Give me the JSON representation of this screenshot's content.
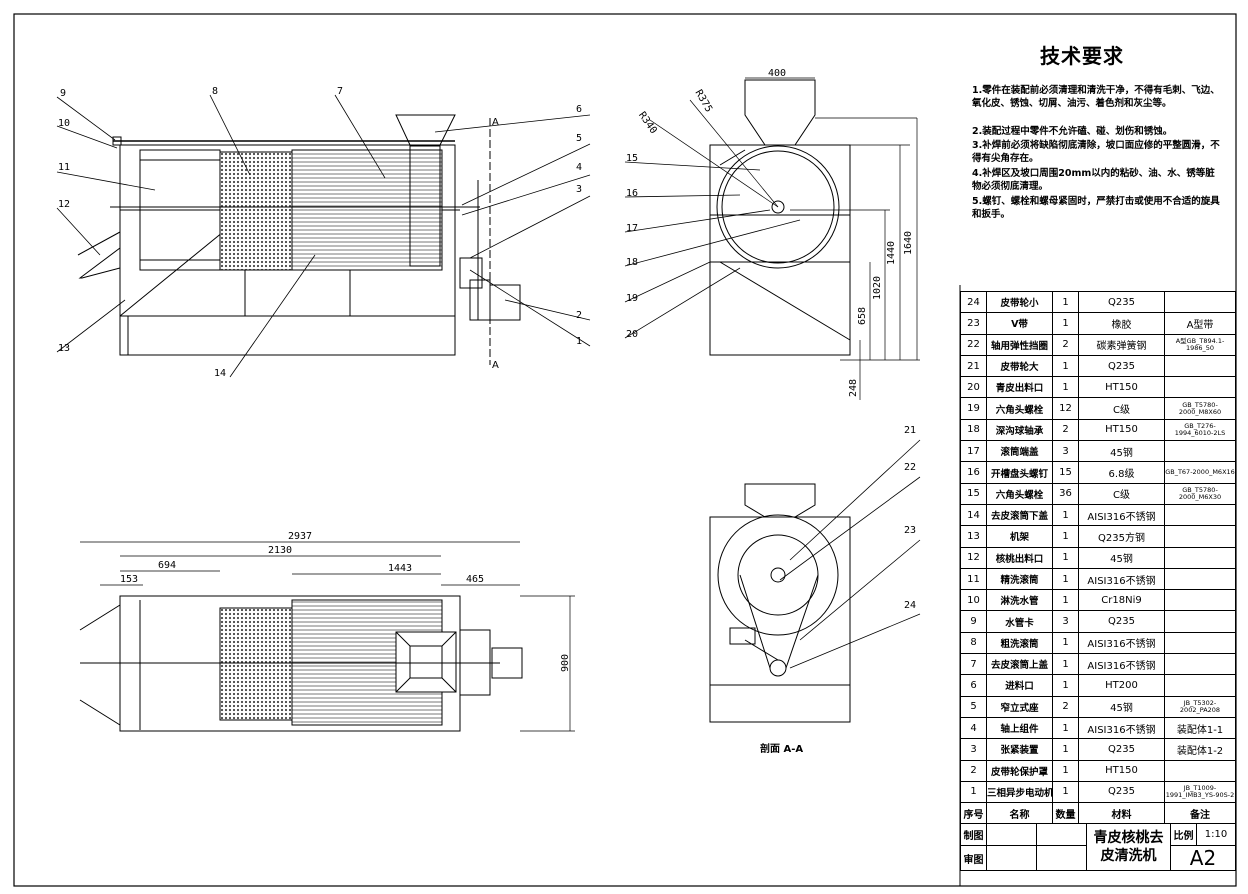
{
  "tech_requirements": {
    "title": "技术要求",
    "items": [
      "1.零件在装配前必须清理和清洗干净，不得有毛刺、飞边、氧化皮、锈蚀、切屑、油污、着色剂和灰尘等。",
      "2.装配过程中零件不允许磕、碰、划伤和锈蚀。",
      "3.补焊前必须将缺陷彻底清除，坡口面应修的平整圆滑，不得有尖角存在。",
      "4.补焊区及坡口周围20mm以内的粘砂、油、水、锈等脏物必须彻底清理。",
      "5.螺钉、螺栓和螺母紧固时，严禁打击或使用不合适的旋具和扳手。"
    ]
  },
  "bom": {
    "headers": [
      "序号",
      "名称",
      "数量",
      "材料",
      "备注"
    ],
    "rows": [
      {
        "no": "24",
        "name": "皮带轮小",
        "qty": "1",
        "mat": "Q235",
        "note": ""
      },
      {
        "no": "23",
        "name": "V带",
        "qty": "1",
        "mat": "橡胶",
        "note": "A型带"
      },
      {
        "no": "22",
        "name": "轴用弹性挡圈",
        "qty": "2",
        "mat": "碳素弹簧钢",
        "note": "A型GB_T894.1-1986_50"
      },
      {
        "no": "21",
        "name": "皮带轮大",
        "qty": "1",
        "mat": "Q235",
        "note": ""
      },
      {
        "no": "20",
        "name": "青皮出料口",
        "qty": "1",
        "mat": "HT150",
        "note": ""
      },
      {
        "no": "19",
        "name": "六角头螺栓",
        "qty": "12",
        "mat": "C级",
        "note": "GB_T5780-2000_M8X60"
      },
      {
        "no": "18",
        "name": "深沟球轴承",
        "qty": "2",
        "mat": "HT150",
        "note": "GB_T276-1994_6010-2LS"
      },
      {
        "no": "17",
        "name": "滚筒端盖",
        "qty": "3",
        "mat": "45钢",
        "note": ""
      },
      {
        "no": "16",
        "name": "开槽盘头螺钉",
        "qty": "15",
        "mat": "6.8级",
        "note": "GB_T67-2000_M6X16"
      },
      {
        "no": "15",
        "name": "六角头螺栓",
        "qty": "36",
        "mat": "C级",
        "note": "GB_T5780-2000_M6X30"
      },
      {
        "no": "14",
        "name": "去皮滚筒下盖",
        "qty": "1",
        "mat": "AISI316不锈钢",
        "note": ""
      },
      {
        "no": "13",
        "name": "机架",
        "qty": "1",
        "mat": "Q235方钢",
        "note": ""
      },
      {
        "no": "12",
        "name": "核桃出料口",
        "qty": "1",
        "mat": "45钢",
        "note": ""
      },
      {
        "no": "11",
        "name": "精洗滚筒",
        "qty": "1",
        "mat": "AISI316不锈钢",
        "note": ""
      },
      {
        "no": "10",
        "name": "淋洗水管",
        "qty": "1",
        "mat": "Cr18Ni9",
        "note": ""
      },
      {
        "no": "9",
        "name": "水管卡",
        "qty": "3",
        "mat": "Q235",
        "note": ""
      },
      {
        "no": "8",
        "name": "粗洗滚筒",
        "qty": "1",
        "mat": "AISI316不锈钢",
        "note": ""
      },
      {
        "no": "7",
        "name": "去皮滚筒上盖",
        "qty": "1",
        "mat": "AISI316不锈钢",
        "note": ""
      },
      {
        "no": "6",
        "name": "进料口",
        "qty": "1",
        "mat": "HT200",
        "note": ""
      },
      {
        "no": "5",
        "name": "窄立式座",
        "qty": "2",
        "mat": "45钢",
        "note": "JB_T5302-2002_PA208"
      },
      {
        "no": "4",
        "name": "轴上组件",
        "qty": "1",
        "mat": "AISI316不锈钢",
        "note": "装配体1-1"
      },
      {
        "no": "3",
        "name": "张紧装置",
        "qty": "1",
        "mat": "Q235",
        "note": "装配体1-2"
      },
      {
        "no": "2",
        "name": "皮带轮保护罩",
        "qty": "1",
        "mat": "HT150",
        "note": ""
      },
      {
        "no": "1",
        "name": "三相异步电动机",
        "qty": "1",
        "mat": "Q235",
        "note": "JB_T1009-1991_IMB3_YS-90S-2"
      }
    ]
  },
  "title_block": {
    "drawn": "制图",
    "checked": "审图",
    "name_line1": "青皮核桃去",
    "name_line2": "皮清洗机",
    "scale_label": "比例",
    "scale": "1:10",
    "sheet": "A2"
  },
  "views": {
    "section_label": "剖面 A-A",
    "section_mark": "A",
    "front_balloons": [
      "1",
      "2",
      "3",
      "4",
      "5",
      "6",
      "7",
      "8",
      "9",
      "10",
      "11",
      "12",
      "13",
      "14"
    ],
    "side_balloons": [
      "15",
      "16",
      "17",
      "18",
      "19",
      "20"
    ],
    "section_balloons": [
      "21",
      "22",
      "23",
      "24"
    ],
    "side_dims": {
      "width": "400",
      "r1": "R340",
      "r2": "R375",
      "h1": "1440",
      "h2": "1640",
      "h3": "1020",
      "h4": "658",
      "h5": "248"
    },
    "plan_dims": {
      "total": "2937",
      "d2130": "2130",
      "d694": "694",
      "d153": "153",
      "d1443": "1443",
      "d465": "465",
      "depth": "900"
    }
  }
}
